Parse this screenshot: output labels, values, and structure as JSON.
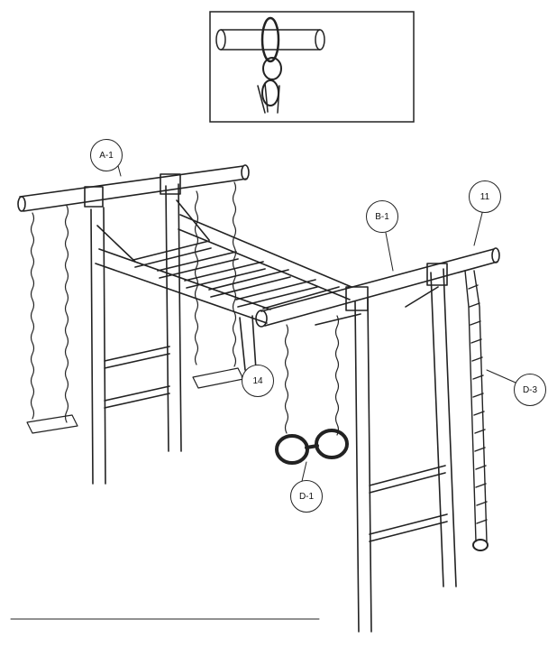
{
  "diagram": {
    "callouts": [
      {
        "id": "A-1",
        "text": "A-1"
      },
      {
        "id": "B-1",
        "text": "B-1"
      },
      {
        "id": "11",
        "text": "11"
      },
      {
        "id": "14",
        "text": "14"
      },
      {
        "id": "D-1",
        "text": "D-1"
      },
      {
        "id": "D-3",
        "text": "D-3"
      }
    ]
  }
}
